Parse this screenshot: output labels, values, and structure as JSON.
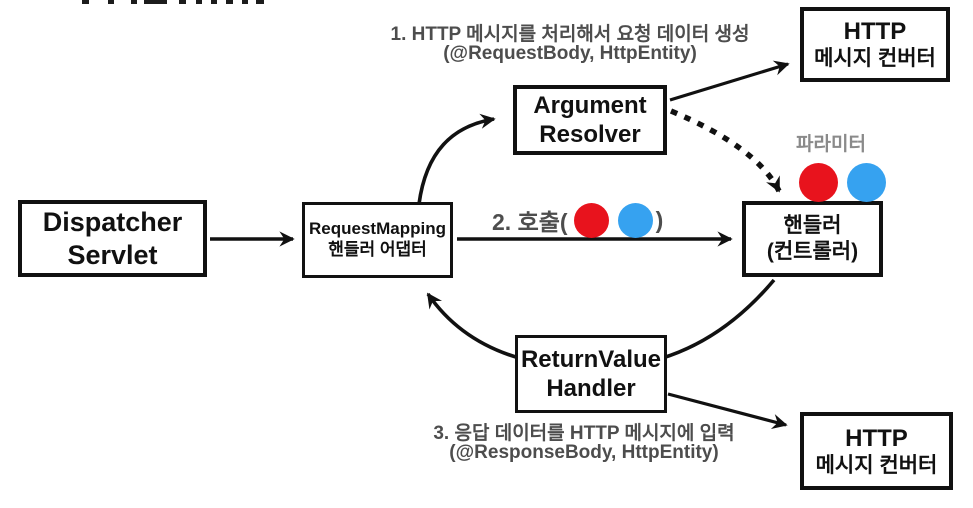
{
  "diagram": {
    "nodes": {
      "dispatcher_servlet": {
        "line1": "Dispatcher",
        "line2": "Servlet"
      },
      "request_mapping_adapter": {
        "line1": "RequestMapping",
        "line2": "핸들러 어댑터"
      },
      "argument_resolver": {
        "line1": "Argument",
        "line2": "Resolver"
      },
      "http_converter_top": {
        "line1": "HTTP",
        "line2": "메시지 컨버터"
      },
      "handler": {
        "line1": "핸들러",
        "line2": "(컨트롤러)"
      },
      "return_value_handler": {
        "line1": "ReturnValue",
        "line2": "Handler"
      },
      "http_converter_bottom": {
        "line1": "HTTP",
        "line2": "메시지 컨버터"
      }
    },
    "annotations": {
      "step1_line1": "1. HTTP 메시지를 처리해서 요청 데이터 생성",
      "step1_line2": "(@RequestBody, HttpEntity)",
      "step2_prefix": "2. 호출(",
      "step2_suffix": ")",
      "parameter_label": "파라미터",
      "step3_line1": "3. 응답 데이터를 HTTP 메시지에 입력",
      "step3_line2": "(@ResponseBody, HttpEntity)"
    },
    "colors": {
      "param_red": "#e8131d",
      "param_blue": "#36a2f0",
      "annotation_gray": "#4d4d4d",
      "label_gray": "#8a8a8a",
      "line_black": "#111111"
    }
  }
}
